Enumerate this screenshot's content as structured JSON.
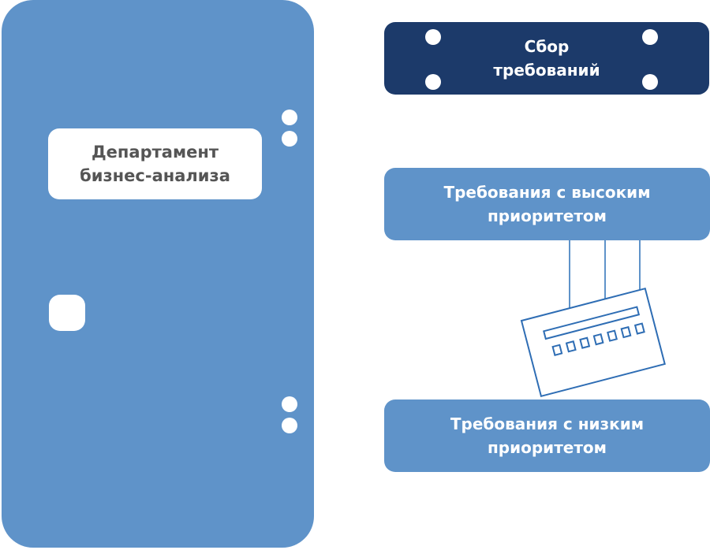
{
  "department": {
    "line1": "Департамент",
    "line2": "бизнес-анализа"
  },
  "collect": {
    "line1": "Сбор",
    "line2": "требований"
  },
  "high_priority": {
    "line1": "Требования с высоким",
    "line2": "приоритетом"
  },
  "low_priority": {
    "line1": "Требования с низким",
    "line2": "приоритетом"
  },
  "colors": {
    "blue": "#5f93c9",
    "navy": "#1c3a6a",
    "label_text": "#555555"
  }
}
